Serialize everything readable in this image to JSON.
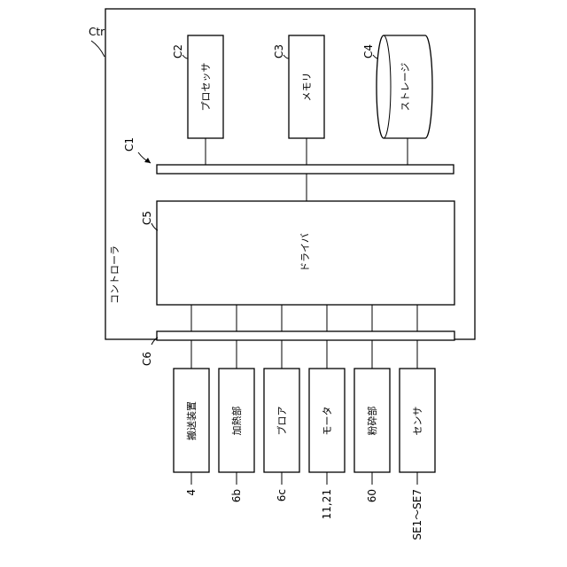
{
  "labels": {
    "controller_ref": "Ctr",
    "controller_name": "コントローラ",
    "bus_ref": "C1",
    "processor_ref": "C2",
    "memory_ref": "C3",
    "storage_ref": "C4",
    "driver_ref": "C5",
    "interface_ref": "C6"
  },
  "components": {
    "processor": "プロセッサ",
    "memory": "メモリ",
    "storage": "ストレージ",
    "driver": "ドライバ"
  },
  "devices": [
    {
      "name": "搬送装置",
      "ref": "4"
    },
    {
      "name": "加熱部",
      "ref": "6b"
    },
    {
      "name": "ブロア",
      "ref": "6c"
    },
    {
      "name": "モータ",
      "ref": "11,21"
    },
    {
      "name": "粉砕部",
      "ref": "60"
    },
    {
      "name": "センサ",
      "ref": "SE1～SE7"
    }
  ]
}
